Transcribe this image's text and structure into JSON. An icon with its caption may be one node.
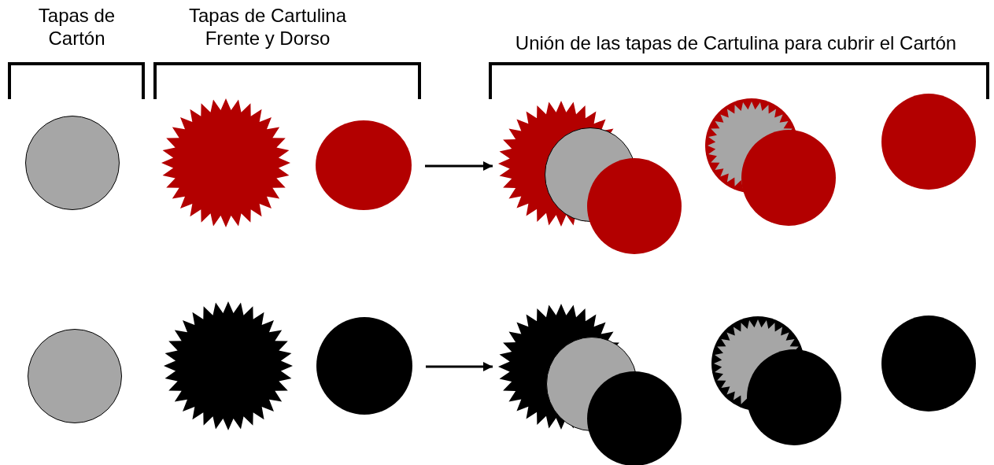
{
  "diagram": {
    "nodes": [
      {
        "text": [],
        "shape": "circle"
      },
      {
        "text": [],
        "shape": "star"
      },
      {
        "text": [],
        "shape": "circle"
      },
      {
        "text": [],
        "shape": "star"
      },
      {
        "text": [],
        "shape": "circle"
      },
      {
        "text": [],
        "shape": "circle"
      },
      {
        "text": [],
        "shape": "circle"
      },
      {
        "text": [],
        "shape": "circle"
      },
      {
        "text": [],
        "shape": "circle"
      },
      {
        "text": [],
        "shape": "circle"
      },
      {
        "text": [],
        "shape": "star"
      },
      {
        "text": [],
        "shape": "circle"
      },
      {
        "text": [],
        "shape": "star"
      },
      {
        "text": [],
        "shape": "circle"
      },
      {
        "text": [],
        "shape": "circle"
      },
      {
        "text": [],
        "shape": "circle"
      },
      {
        "text": [],
        "shape": "circle"
      },
      {
        "text": [],
        "shape": "circle"
      }
    ],
    "edges": [
      {
        "from": 2,
        "to": 3,
        "arrow": "to"
      },
      {
        "from": 11,
        "to": 12,
        "arrow": "to"
      }
    ],
    "labels": [
      "Tapas de Cartón",
      "Tapas de Cartulina Frente y Dorso",
      "Unión de las tapas de Cartulina para cubrir el Cartón"
    ]
  }
}
